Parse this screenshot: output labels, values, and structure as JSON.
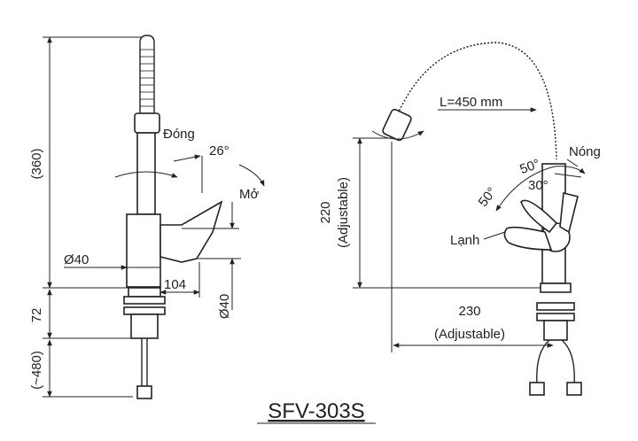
{
  "model": "SFV-303S",
  "left_view": {
    "height_total": "(360)",
    "height_base": "72",
    "hose_length": "(~480)",
    "spout_diameter": "Ø40",
    "handle_reach": "104",
    "body_diameter": "Ø40",
    "handle_close": "Đóng",
    "handle_open": "Mở",
    "handle_angle": "26°"
  },
  "right_view": {
    "hose_label": "L=450 mm",
    "height_value": "220",
    "height_note": "(Adjustable)",
    "reach_value": "230",
    "reach_note": "(Adjustable)",
    "hot_label": "Nóng",
    "cold_label": "Lạnh",
    "angle_hot": "50°",
    "angle_cold": "50°",
    "angle_top": "30°"
  }
}
